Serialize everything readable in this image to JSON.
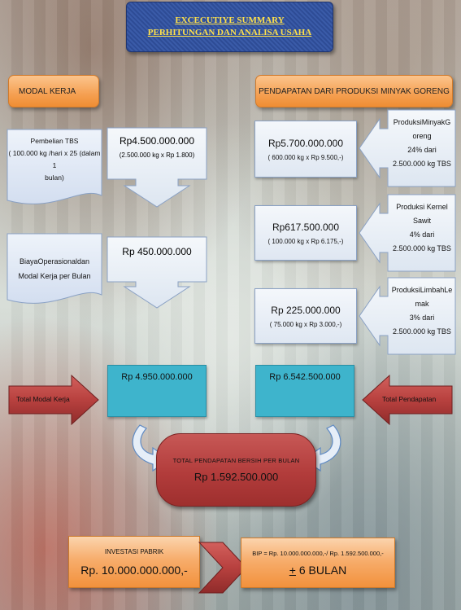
{
  "title": {
    "line1": "EXCECUTIYE SUMMARY",
    "line2": "PERHITUNGAN DAN ANALISA USAHA"
  },
  "left": {
    "header": "MODAL KERJA",
    "tbs_label_1": "Pembelian TBS",
    "tbs_label_2": "( 100.000 kg /hari x 25 (dalam 1",
    "tbs_label_3": "bulan)",
    "tbs_amount": "Rp4.500.000.000",
    "tbs_calc": "(2.500.000 kg x Rp 1.800)",
    "ops_label_1": "BiayaOperasionaldan",
    "ops_label_2": "Modal Kerja per Bulan",
    "ops_amount": "Rp 450.000.000",
    "total_amount": "Rp 4.950.000.000",
    "total_label": "Total Modal Kerja"
  },
  "right": {
    "header": "PENDAPATAN DARI PRODUKSI MINYAK GORENG",
    "rows": [
      {
        "amount": "Rp5.700.000.000",
        "calc": "( 600.000 kg x Rp 9.500,-)",
        "label_1": "ProduksiMinyakG",
        "label_2": "oreng",
        "label_3": "24% dari",
        "label_4": "2.500.000 kg TBS"
      },
      {
        "amount": "Rp617.500.000",
        "calc": "( 100.000 kg x Rp 6.175,-)",
        "label_1": "Produksi Kernel",
        "label_2": "Sawit",
        "label_3": "4%  dari",
        "label_4": "2.500.000 kg TBS"
      },
      {
        "amount": "Rp 225.000.000",
        "calc": "( 75.000 kg x Rp 3.000,-)",
        "label_1": "ProduksiLimbahLe",
        "label_2": "mak",
        "label_3": "3%  dari",
        "label_4": "2.500.000 kg TBS"
      }
    ],
    "total_amount": "Rp 6.542.500.000",
    "total_label": "Total Pendapatan"
  },
  "net": {
    "label": "TOTAL PENDAPATAN BERSIH PER BULAN",
    "amount": "Rp 1.592.500.000"
  },
  "investment": {
    "label": "INVESTASI PABRIK",
    "amount": "Rp. 10.000.000.000,-"
  },
  "bip": {
    "formula": "BIP = Rp. 10.000.000.000,-/ Rp. 1.592.500.000,-",
    "plus_minus": "+",
    "result": " 6 BULAN"
  }
}
